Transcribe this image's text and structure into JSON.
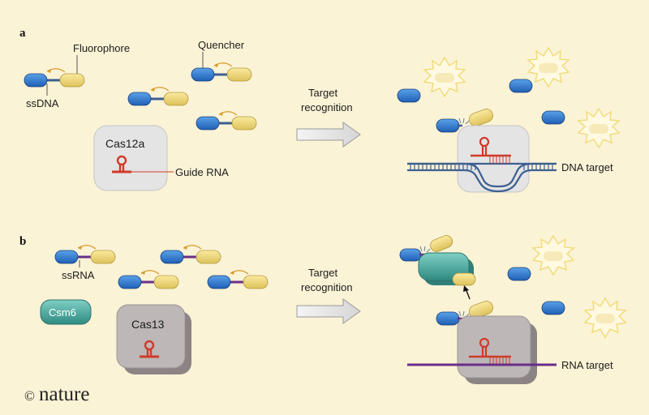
{
  "panel_a": {
    "letter": "a",
    "fluorophore_label": "Fluorophore",
    "quencher_label": "Quencher",
    "ssdna_label": "ssDNA",
    "enzyme_label": "Cas12a",
    "guide_label": "Guide RNA",
    "arrow_label_line1": "Target",
    "arrow_label_line2": "recognition",
    "target_label": "DNA target"
  },
  "panel_b": {
    "letter": "b",
    "ssrna_label": "ssRNA",
    "csm6_label": "Csm6",
    "enzyme_label": "Cas13",
    "arrow_label_line1": "Target",
    "arrow_label_line2": "recognition",
    "target_label": "RNA target"
  },
  "credit": {
    "symbol": "©",
    "text": "nature"
  },
  "colors": {
    "background": "#fbf3d6",
    "fluorophore": "#e9d476",
    "quencher": "#2f76c9",
    "dna_strand": "#3d5f91",
    "rna_strand": "#6a2e88",
    "guide_rna": "#cf3b2a",
    "csm6": "#3f9c93",
    "cas12a": "#e2e2e2",
    "cas13": "#b9b3b3"
  }
}
